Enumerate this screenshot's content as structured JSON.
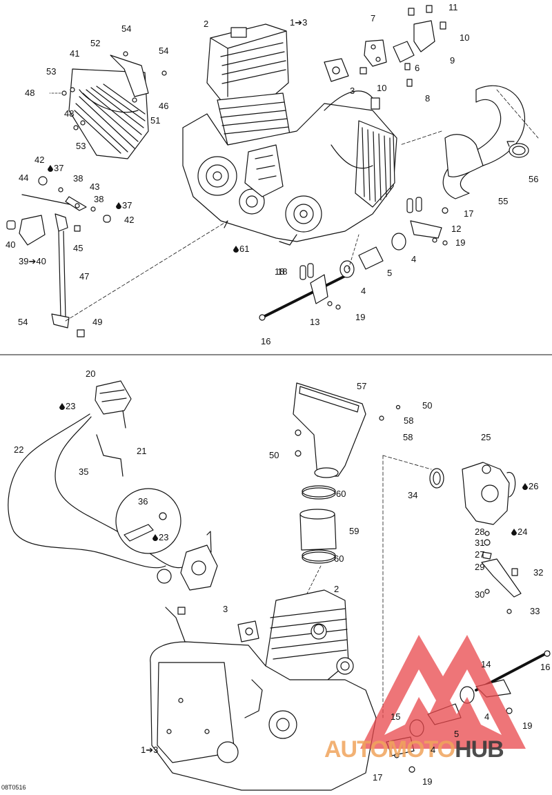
{
  "diagram_code": "08T0516",
  "watermark": {
    "part1": "AUTOMOTO",
    "part2": "HUB",
    "accent": "#e8474b",
    "text_color": "#f0a45c",
    "dark_color": "#3a3a3a"
  },
  "colors": {
    "line": "#111111",
    "background": "#ffffff"
  },
  "icons": {
    "fluid_symbol": "drop-icon"
  },
  "top_callouts": [
    {
      "label": "2"
    },
    {
      "label": "1➔3"
    },
    {
      "label": "7"
    },
    {
      "label": "11"
    },
    {
      "label": "10"
    },
    {
      "label": "9"
    },
    {
      "label": "6"
    },
    {
      "label": "10"
    },
    {
      "label": "3"
    },
    {
      "label": "8"
    },
    {
      "label": "54"
    },
    {
      "label": "52"
    },
    {
      "label": "41"
    },
    {
      "label": "54"
    },
    {
      "label": "53"
    },
    {
      "label": "48"
    },
    {
      "label": "46"
    },
    {
      "label": "51"
    },
    {
      "label": "48"
    },
    {
      "label": "53"
    },
    {
      "label": "56"
    },
    {
      "label": "55"
    },
    {
      "label": "42"
    },
    {
      "label": "37",
      "fluid": true
    },
    {
      "label": "44"
    },
    {
      "label": "38"
    },
    {
      "label": "43"
    },
    {
      "label": "38"
    },
    {
      "label": "37",
      "fluid": true
    },
    {
      "label": "42"
    },
    {
      "label": "40"
    },
    {
      "label": "45"
    },
    {
      "label": "39➔40"
    },
    {
      "label": "61",
      "fluid": true
    },
    {
      "label": "18"
    },
    {
      "label": "17"
    },
    {
      "label": "12"
    },
    {
      "label": "19"
    },
    {
      "label": "4"
    },
    {
      "label": "5"
    },
    {
      "label": "18"
    },
    {
      "label": "4"
    },
    {
      "label": "47"
    },
    {
      "label": "13"
    },
    {
      "label": "19"
    },
    {
      "label": "54"
    },
    {
      "label": "49"
    },
    {
      "label": "16"
    }
  ],
  "bottom_callouts": [
    {
      "label": "20"
    },
    {
      "label": "57"
    },
    {
      "label": "23",
      "fluid": true
    },
    {
      "label": "50"
    },
    {
      "label": "58"
    },
    {
      "label": "21"
    },
    {
      "label": "58"
    },
    {
      "label": "25"
    },
    {
      "label": "22"
    },
    {
      "label": "50"
    },
    {
      "label": "35"
    },
    {
      "label": "34"
    },
    {
      "label": "26",
      "fluid": true
    },
    {
      "label": "60"
    },
    {
      "label": "36"
    },
    {
      "label": "59"
    },
    {
      "label": "23",
      "fluid": true
    },
    {
      "label": "28"
    },
    {
      "label": "24",
      "fluid": true
    },
    {
      "label": "31"
    },
    {
      "label": "27"
    },
    {
      "label": "29"
    },
    {
      "label": "32"
    },
    {
      "label": "60"
    },
    {
      "label": "2"
    },
    {
      "label": "30"
    },
    {
      "label": "33"
    },
    {
      "label": "3"
    },
    {
      "label": "14"
    },
    {
      "label": "16"
    },
    {
      "label": "4"
    },
    {
      "label": "15"
    },
    {
      "label": "19"
    },
    {
      "label": "5"
    },
    {
      "label": "1➔3"
    },
    {
      "label": "4"
    },
    {
      "label": "17"
    },
    {
      "label": "19"
    }
  ]
}
